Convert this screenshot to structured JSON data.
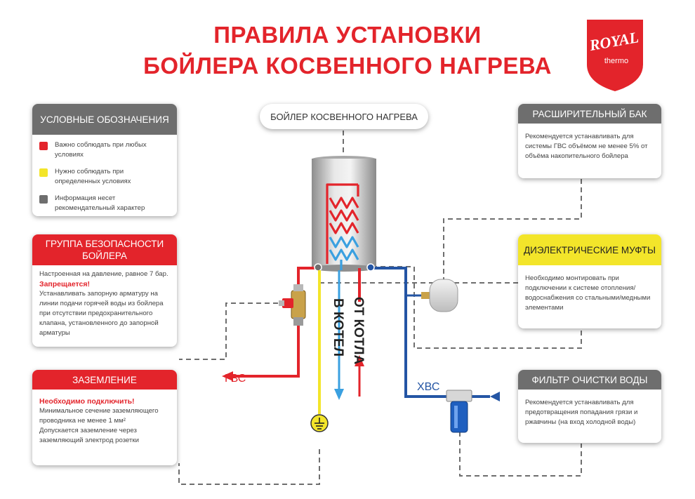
{
  "title": {
    "line1": "ПРАВИЛА УСТАНОВКИ",
    "line2": "БОЙЛЕРА КОСВЕННОГО НАГРЕВА"
  },
  "logo": {
    "brand": "ROYAL",
    "sub": "thermo",
    "color": "#e3242b"
  },
  "boiler_label": "БОЙЛЕР КОСВЕННОГО НАГРЕВА",
  "legend": {
    "title": "УСЛОВНЫЕ ОБОЗНАЧЕНИЯ",
    "items": [
      {
        "color": "#e3242b",
        "text": "Важно соблюдать при любых условиях"
      },
      {
        "color": "#f3e52a",
        "text": "Нужно соблюдать при определенных условиях"
      },
      {
        "color": "#6e6e6e",
        "text": "Информация несет рекомендательный характер"
      }
    ]
  },
  "safety_group": {
    "title": "ГРУППА БЕЗОПАСНОСТИ БОЙЛЕРА",
    "line1": "Настроенная на давление, равное 7 бар.",
    "warning": "Запрещается!",
    "line2": "Устанавливать запорную арматуру на линии подачи горячей воды из бойлера при отсутствии предохранительного клапана, установленного до запорной арматуры"
  },
  "grounding": {
    "title": "ЗАЗЕМЛЕНИЕ",
    "warning": "Необходимо подключить!",
    "line1": "Минимальное сечение заземляющего проводника не менее 1 мм²",
    "line2": "Допускается заземление через заземляющий электрод розетки"
  },
  "expansion_tank": {
    "title": "РАСШИРИТЕЛЬНЫЙ БАК",
    "text": "Рекомендуется устанавливать для системы ГВС объёмом не менее 5% от объёма накопительного бойлера"
  },
  "dielectric": {
    "title": "ДИЭЛЕКТРИЧЕСКИЕ МУФТЫ",
    "text": "Необходимо монтировать при подключении к системе отопления/водоснабжения со стальными/медными элементами"
  },
  "filter": {
    "title": "ФИЛЬТР ОЧИСТКИ ВОДЫ",
    "text": "Рекомендуется устанавливать для предотвращения попадания грязи и ржавчины (на вход холодной воды)"
  },
  "labels": {
    "gvs": "ГВС",
    "hvs": "ХВС",
    "from_boiler": "ОТ КОТЛА",
    "to_boiler": "В КОТЕЛ"
  },
  "colors": {
    "hot": "#e3242b",
    "cold": "#2455a4",
    "coil_blue": "#3aa0e0",
    "ground": "#f3e52a",
    "info": "#6e6e6e"
  }
}
